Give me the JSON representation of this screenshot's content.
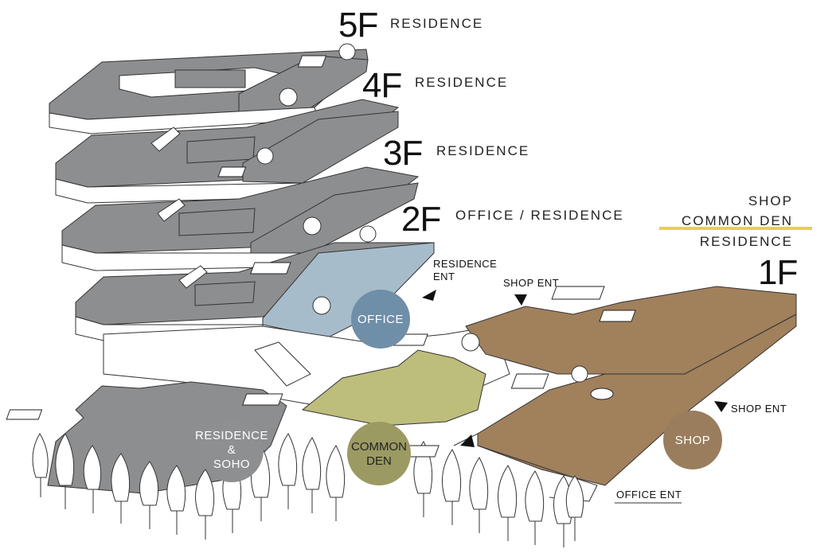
{
  "floors": [
    {
      "level": "5F",
      "use": "RESIDENCE"
    },
    {
      "level": "4F",
      "use": "RESIDENCE"
    },
    {
      "level": "3F",
      "use": "RESIDENCE"
    },
    {
      "level": "2F",
      "use": "OFFICE / RESIDENCE"
    },
    {
      "level": "1F",
      "use": ""
    }
  ],
  "legend_1f": {
    "line1": "SHOP",
    "line2": "COMMON DEN",
    "line3": "RESIDENCE"
  },
  "entrances": {
    "residence_line1": "RESIDENCE",
    "residence_line2": "ENT",
    "shop_top": "SHOP ENT",
    "shop_right": "SHOP ENT",
    "office": "OFFICE ENT"
  },
  "zones": {
    "office": "OFFICE",
    "common_den_line1": "COMMON",
    "common_den_line2": "DEN",
    "shop": "SHOP",
    "residence_soho_line1": "RESIDENCE",
    "residence_soho_line2": "&",
    "residence_soho_line3": "SOHO"
  },
  "colors": {
    "office": "#6f8ea8",
    "office_floor": "#a7bccb",
    "common_den": "#9b9a63",
    "common_den_floor": "#bdbd7c",
    "shop": "#9a7d5d",
    "shop_floor": "#a1805c",
    "slab_gray": "#8d8e90",
    "residence_circle": "#8e8f91",
    "highlight": "#e8cf4c"
  }
}
